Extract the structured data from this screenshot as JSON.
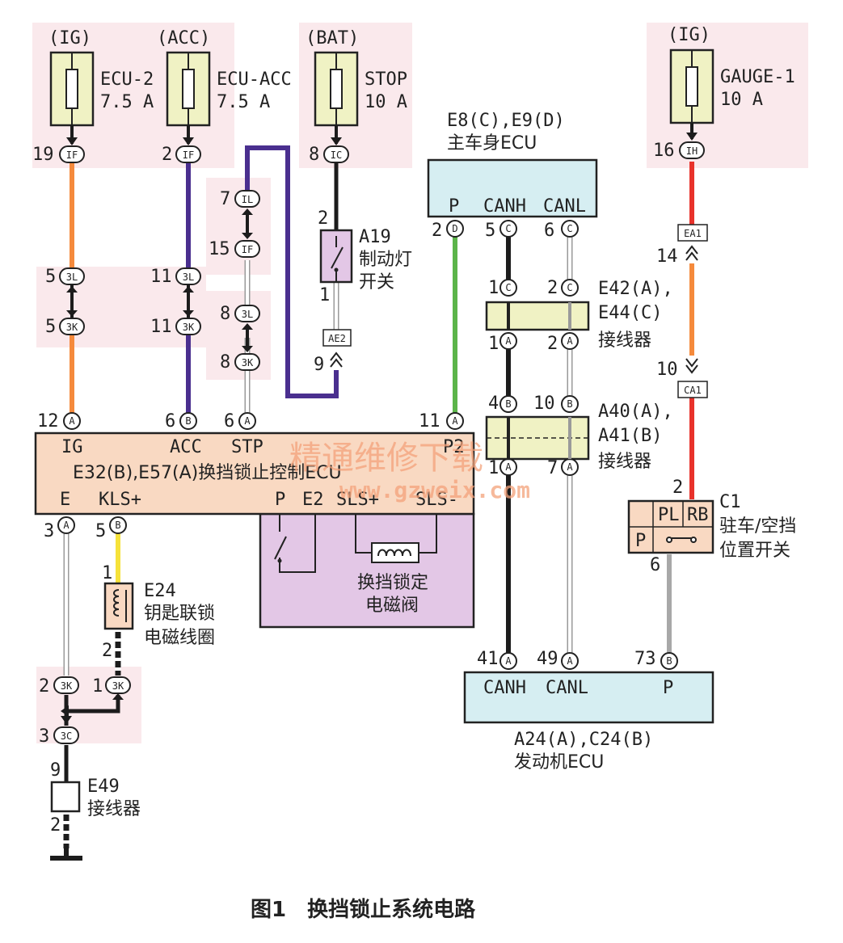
{
  "figure": {
    "caption": "图1　换挡锁止系统电路",
    "watermark_cn": "精通维修下载",
    "watermark_url": "www.gzweix.com"
  },
  "fuses": [
    {
      "source": "(IG)",
      "name": "ECU-2",
      "rating": "7.5 A"
    },
    {
      "source": "(ACC)",
      "name": "ECU-ACC",
      "rating": "7.5 A"
    },
    {
      "source": "(BAT)",
      "name": "STOP",
      "rating": "10 A"
    },
    {
      "source": "(IG)",
      "name": "GAUGE-1",
      "rating": "10 A"
    }
  ],
  "connectors": {
    "c1": "IF",
    "c2": "IF",
    "c3": "IC",
    "c4": "IH",
    "il": "IL",
    "if2": "IF",
    "l1": "3L",
    "k1": "3K",
    "l2": "3L",
    "k2": "3K",
    "l3": "3L",
    "k3": "3K",
    "k4": "3K",
    "k5": "3K",
    "c3c": "3C",
    "ae2": "AE2",
    "ea1": "EA1",
    "ca1": "CA1",
    "a": "A",
    "b": "B",
    "c": "C",
    "d": "D"
  },
  "pins": {
    "p19": "19",
    "p2a": "2",
    "p8a": "8",
    "p16": "16",
    "p7": "7",
    "p15": "15",
    "p8b": "8",
    "p8c": "8",
    "p5a": "5",
    "p5b": "5",
    "p11a": "11",
    "p11b": "11",
    "p2s": "2",
    "p1s": "1",
    "p9": "9",
    "p12": "12",
    "p6a": "6",
    "p6b": "6",
    "p11c": "11",
    "p2d": "2",
    "p5c": "5",
    "p6c": "6",
    "p1e": "1",
    "p2e": "2",
    "p1f": "1",
    "p2f": "2",
    "p4": "4",
    "p10": "10",
    "p1g": "1",
    "p7b": "7",
    "p14": "14",
    "p10b": "10",
    "p2c1": "2",
    "p6c1": "6",
    "p3a": "3",
    "p5k": "5",
    "p1k": "1",
    "p2k": "2",
    "p2x": "2",
    "p1x": "1",
    "p3c": "3",
    "p9b": "9",
    "p2g": "2",
    "p41": "41",
    "p49": "49",
    "p73": "73"
  },
  "body_ecu": {
    "ids": "E8(C),E9(D)",
    "name": "主车身ECU",
    "p": "P",
    "canh": "CANH",
    "canl": "CANL"
  },
  "stop_switch": {
    "id": "A19",
    "name1": "制动灯",
    "name2": "开关"
  },
  "junction1": {
    "ids1": "E42(A),",
    "ids2": "E44(C)",
    "name": "接线器"
  },
  "junction2": {
    "ids1": "A40(A),",
    "ids2": "A41(B)",
    "name": "接线器"
  },
  "park_switch": {
    "id": "C1",
    "name1": "驻车/空挡",
    "name2": "位置开关",
    "pl": "PL",
    "rb": "RB",
    "p": "P"
  },
  "shift_ecu": {
    "ids": "E32(B),E57(A)换挡锁止控制ECU",
    "ig": "IG",
    "acc": "ACC",
    "stp": "STP",
    "p2": "P2",
    "e": "E",
    "kls": "KLS+",
    "p": "P",
    "e2": "E2",
    "slsp": "SLS+",
    "slsm": "SLS-"
  },
  "solenoid": {
    "name1": "换挡锁定",
    "name2": "电磁阀"
  },
  "key_coil": {
    "id": "E24",
    "name1": "钥匙联锁",
    "name2": "电磁线圈"
  },
  "e49": {
    "id": "E49",
    "name": "接线器"
  },
  "engine_ecu": {
    "ids": "A24(A),C24(B)",
    "name": "发动机ECU",
    "canh": "CANH",
    "canl": "CANL",
    "p": "P"
  },
  "colors": {
    "orange": "#f58a3c",
    "purple": "#4a2f8f",
    "green": "#5cb44a",
    "red": "#e8322b",
    "yellow": "#f6e23a",
    "black": "#1c1c1c",
    "gray": "#a8a8a8",
    "fuse_fill": "#f0f2c4",
    "ecu_fill": "#f9d9c2",
    "solenoid_fill": "#e3c7e6",
    "can_fill": "#d6eef2",
    "pink_bg": "#fae9ec"
  }
}
